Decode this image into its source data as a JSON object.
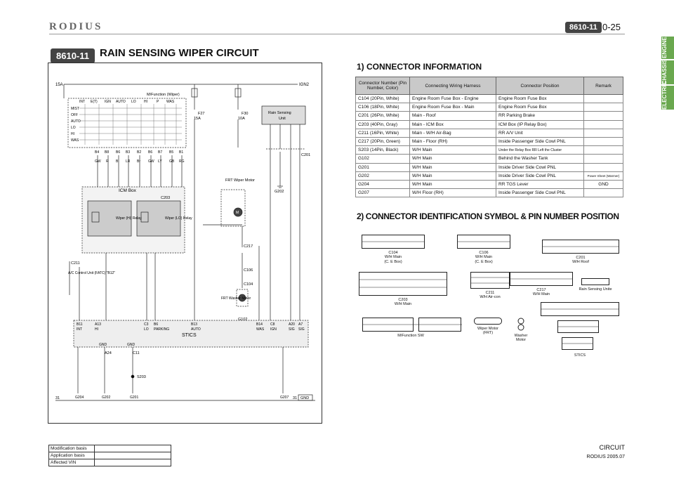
{
  "header": {
    "brand": "RODIUS",
    "code": "8610-11",
    "page": "0-25"
  },
  "side_tabs": [
    "ENGINE",
    "CHASSIS",
    "ELECTRIC"
  ],
  "title": {
    "code": "8610-11",
    "text": "RAIN SENSING WIPER CIRCUIT"
  },
  "diagram": {
    "labels": {
      "fuse15a": "15A",
      "ign2": "IGN2",
      "mfunc": "M/Function (Wiper)",
      "f27": "F27",
      "f27amp": "15A",
      "f30": "F30",
      "f30amp": "10A",
      "rain_sensing": "Rain Sensing",
      "unit": "Unit",
      "icm": "ICM Box",
      "c203": "C203",
      "wiper_hi": "Wiper (Hi) Relay",
      "wiper_lo": "Wiper (LO) Relay",
      "frt_wiper": "FRT Wiper Motor",
      "c211": "C211",
      "ac": "A/C Control Unit (FATC) \"B12\"",
      "frt_washer": "FRT Washer Motor",
      "c217": "C217",
      "c106": "C106",
      "c104": "C104",
      "g102": "G102",
      "g202": "G202",
      "c201": "C201",
      "stics": "STICS",
      "s203": "S203",
      "gnd": "GND",
      "g204": "G204",
      "g202b": "G202",
      "g201": "G201",
      "g207": "G207",
      "n31": "31",
      "c11": "C11",
      "a24": "A24"
    },
    "switch_cols": [
      "INT",
      "E(T)",
      "IGN",
      "AUTO",
      "LO",
      "HI",
      "P",
      "WAS"
    ],
    "switch_rows": [
      "MIST",
      "OFF",
      "AUTO",
      "LO",
      "HI",
      "WAS"
    ],
    "pin_row": [
      "B4",
      "B8",
      "B6",
      "B3",
      "B2",
      "B6",
      "B7",
      "B5",
      "B1"
    ],
    "wire_row": [
      "GW",
      "R",
      "B",
      "LR",
      "Br",
      "GW",
      "LY",
      "GB",
      "RG"
    ],
    "stics_pins": [
      "B11",
      "A13",
      "C3",
      "B6",
      "B13",
      "B14",
      "C8",
      "A20",
      "A7"
    ],
    "stics_labels": [
      "INT",
      "HI",
      "LO",
      "PARKING",
      "AUTO",
      "WAS",
      "IGN",
      "SIG",
      "SIG"
    ]
  },
  "section1": {
    "title": "1) CONNECTOR INFORMATION",
    "headers": [
      "Connector Number (Pin Number, Color)",
      "Connecting Wiring Harness",
      "Connector Position",
      "Remark"
    ],
    "rows": [
      [
        "C104 (20Pin, White)",
        "Engine Room Fuse Box - Engine",
        "Engine Room Fuse Box",
        ""
      ],
      [
        "C106 (18Pin, White)",
        "Engine Room Fuse Box - Main",
        "Engine Room Fuse Box",
        ""
      ],
      [
        "C201 (26Pin, White)",
        "Main - Roof",
        "RR Parking Brake",
        ""
      ],
      [
        "C203 (40Pin, Gray)",
        "Main - ICM Box",
        "ICM Box (IP Relay Box)",
        ""
      ],
      [
        "C211 (16Pin, White)",
        "Main - W/H Air-Bag",
        "RR A/V Unit",
        ""
      ],
      [
        "C217 (20Pin, Green)",
        "Main - Floor (RH)",
        "Inside Passenger Side Cowl PNL",
        ""
      ],
      [
        "S203 (14Pin, Black)",
        "W/H Main",
        "Under the Relay Box RR Left the Cluster",
        ""
      ],
      [
        "G102",
        "W/H Main",
        "Behind the Washer Tank",
        ""
      ],
      [
        "G201",
        "W/H Main",
        "Inside Driver Side Cowl PNL",
        ""
      ],
      [
        "G202",
        "W/H Main",
        "Inside Driver Side Cowl PNL",
        "Power Sheet (Warmer)"
      ],
      [
        "G204",
        "W/H Main",
        "RR TGS Lever",
        "GND"
      ],
      [
        "G207",
        "W/H Floor (RH)",
        "Inside Passenger Side Cowl PNL",
        ""
      ]
    ]
  },
  "section2": {
    "title": "2) CONNECTOR IDENTIFICATION SYMBOL & PIN NUMBER POSITION",
    "connectors": [
      {
        "id": "c104",
        "label": "C104",
        "sub": "W/H Main",
        "sub2": "(C. E Box)"
      },
      {
        "id": "c106",
        "label": "C106",
        "sub": "W/H Main",
        "sub2": "(C. E Box)"
      },
      {
        "id": "c201",
        "label": "C201",
        "sub": "W/H Roof",
        "sub2": ""
      },
      {
        "id": "c203",
        "label": "C203",
        "sub": "W/H Main",
        "sub2": ""
      },
      {
        "id": "c211",
        "label": "C211",
        "sub": "W/H Air-con",
        "sub2": ""
      },
      {
        "id": "c217",
        "label": "C217",
        "sub": "W/H Main",
        "sub2": ""
      },
      {
        "id": "rsu",
        "label": "Rain Sensing Unite",
        "sub": "",
        "sub2": ""
      },
      {
        "id": "mfsw",
        "label": "M/Function SW",
        "sub": "",
        "sub2": ""
      },
      {
        "id": "wm",
        "label": "Wiper Motor",
        "sub": "(FRT)",
        "sub2": ""
      },
      {
        "id": "wash",
        "label": "Washer",
        "sub": "Motor",
        "sub2": ""
      },
      {
        "id": "stics",
        "label": "STICS",
        "sub": "",
        "sub2": ""
      }
    ]
  },
  "footer": {
    "rows": [
      "Modification basis",
      "Application basis",
      "Affected VIN"
    ],
    "circuit": "CIRCUIT",
    "doc": "RODIUS 2005.07"
  }
}
